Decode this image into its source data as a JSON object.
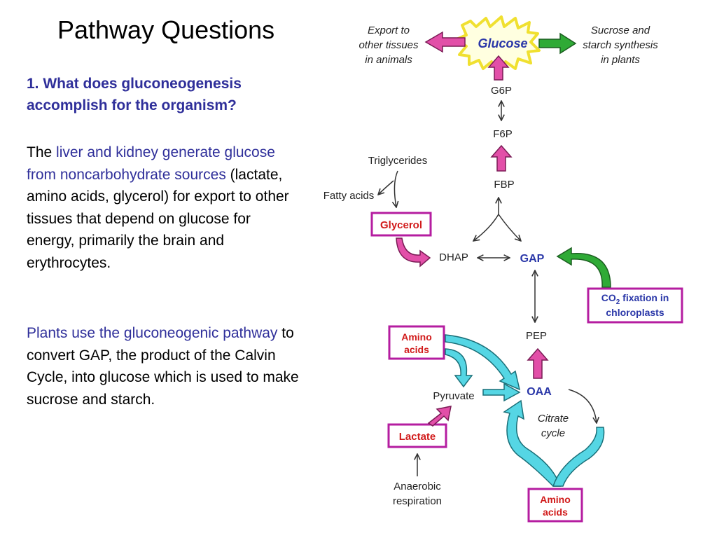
{
  "slide": {
    "title": "Pathway Questions",
    "question": "1. What does gluconeogenesis accomplish for the organism?",
    "p1": {
      "lead": "The ",
      "highlight": "liver and kidney generate glucose from noncarbohydrate sources",
      "rest": " (lactate, amino acids, glycerol) for export to other tissues that depend on glucose for energy, primarily the brain and erythrocytes."
    },
    "p2": {
      "highlight": "Plants use the gluconeogenic pathway",
      "rest": " to convert GAP, the product of the Calvin Cycle, into glucose which is used to make sucrose and starch."
    }
  },
  "diagram": {
    "export": [
      "Export to",
      "other tissues",
      "in animals"
    ],
    "glucose": "Glucose",
    "sucrose": [
      "Sucrose and",
      "starch synthesis",
      "in plants"
    ],
    "g6p": "G6P",
    "f6p": "F6P",
    "fbp": "FBP",
    "triglycerides": "Triglycerides",
    "fatty_acids": "Fatty acids",
    "glycerol": "Glycerol",
    "dhap": "DHAP",
    "gap": "GAP",
    "co2": "CO",
    "co2_sub": "2",
    "fixation": " fixation in",
    "chloroplasts": "chloroplasts",
    "pep": "PEP",
    "amino1": [
      "Amino",
      "acids"
    ],
    "pyruvate": "Pyruvate",
    "oaa": "OAA",
    "citrate": [
      "Citrate",
      "cycle"
    ],
    "lactate": "Lactate",
    "anaerobic": [
      "Anaerobic",
      "respiration"
    ],
    "amino2": [
      "Amino",
      "acids"
    ]
  },
  "colors": {
    "pink": "#e24fa8",
    "green": "#2faa36",
    "cyan": "#55d6e4",
    "magenta_box": "#b51da0",
    "red_text": "#d11b1b",
    "navy": "#2a37a8"
  }
}
